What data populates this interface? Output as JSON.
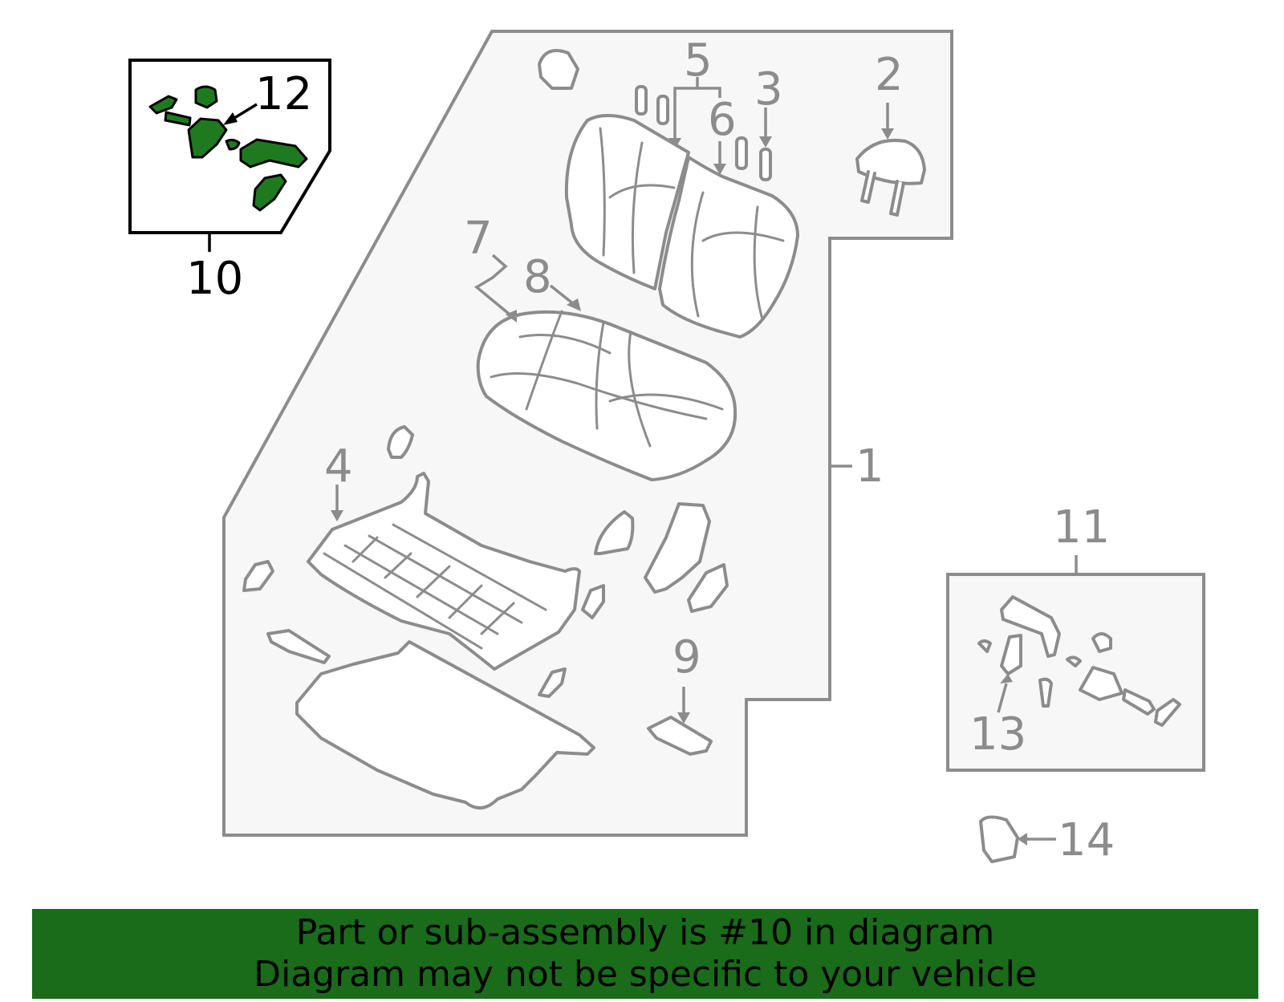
{
  "callouts": {
    "c1": "1",
    "c2": "2",
    "c3": "3",
    "c4": "4",
    "c5": "5",
    "c6": "6",
    "c7": "7",
    "c8": "8",
    "c9": "9",
    "c10": "10",
    "c11": "11",
    "c12": "12",
    "c13": "13",
    "c14": "14"
  },
  "banner": {
    "line1": "Part or sub-assembly is #10 in diagram",
    "line2": "Diagram may not be specific to your vehicle"
  },
  "colors": {
    "highlight": "#1f7a1f",
    "banner": "#1a6b1a",
    "outline": "#8c8c8c",
    "panel": "#f7f7f7"
  }
}
